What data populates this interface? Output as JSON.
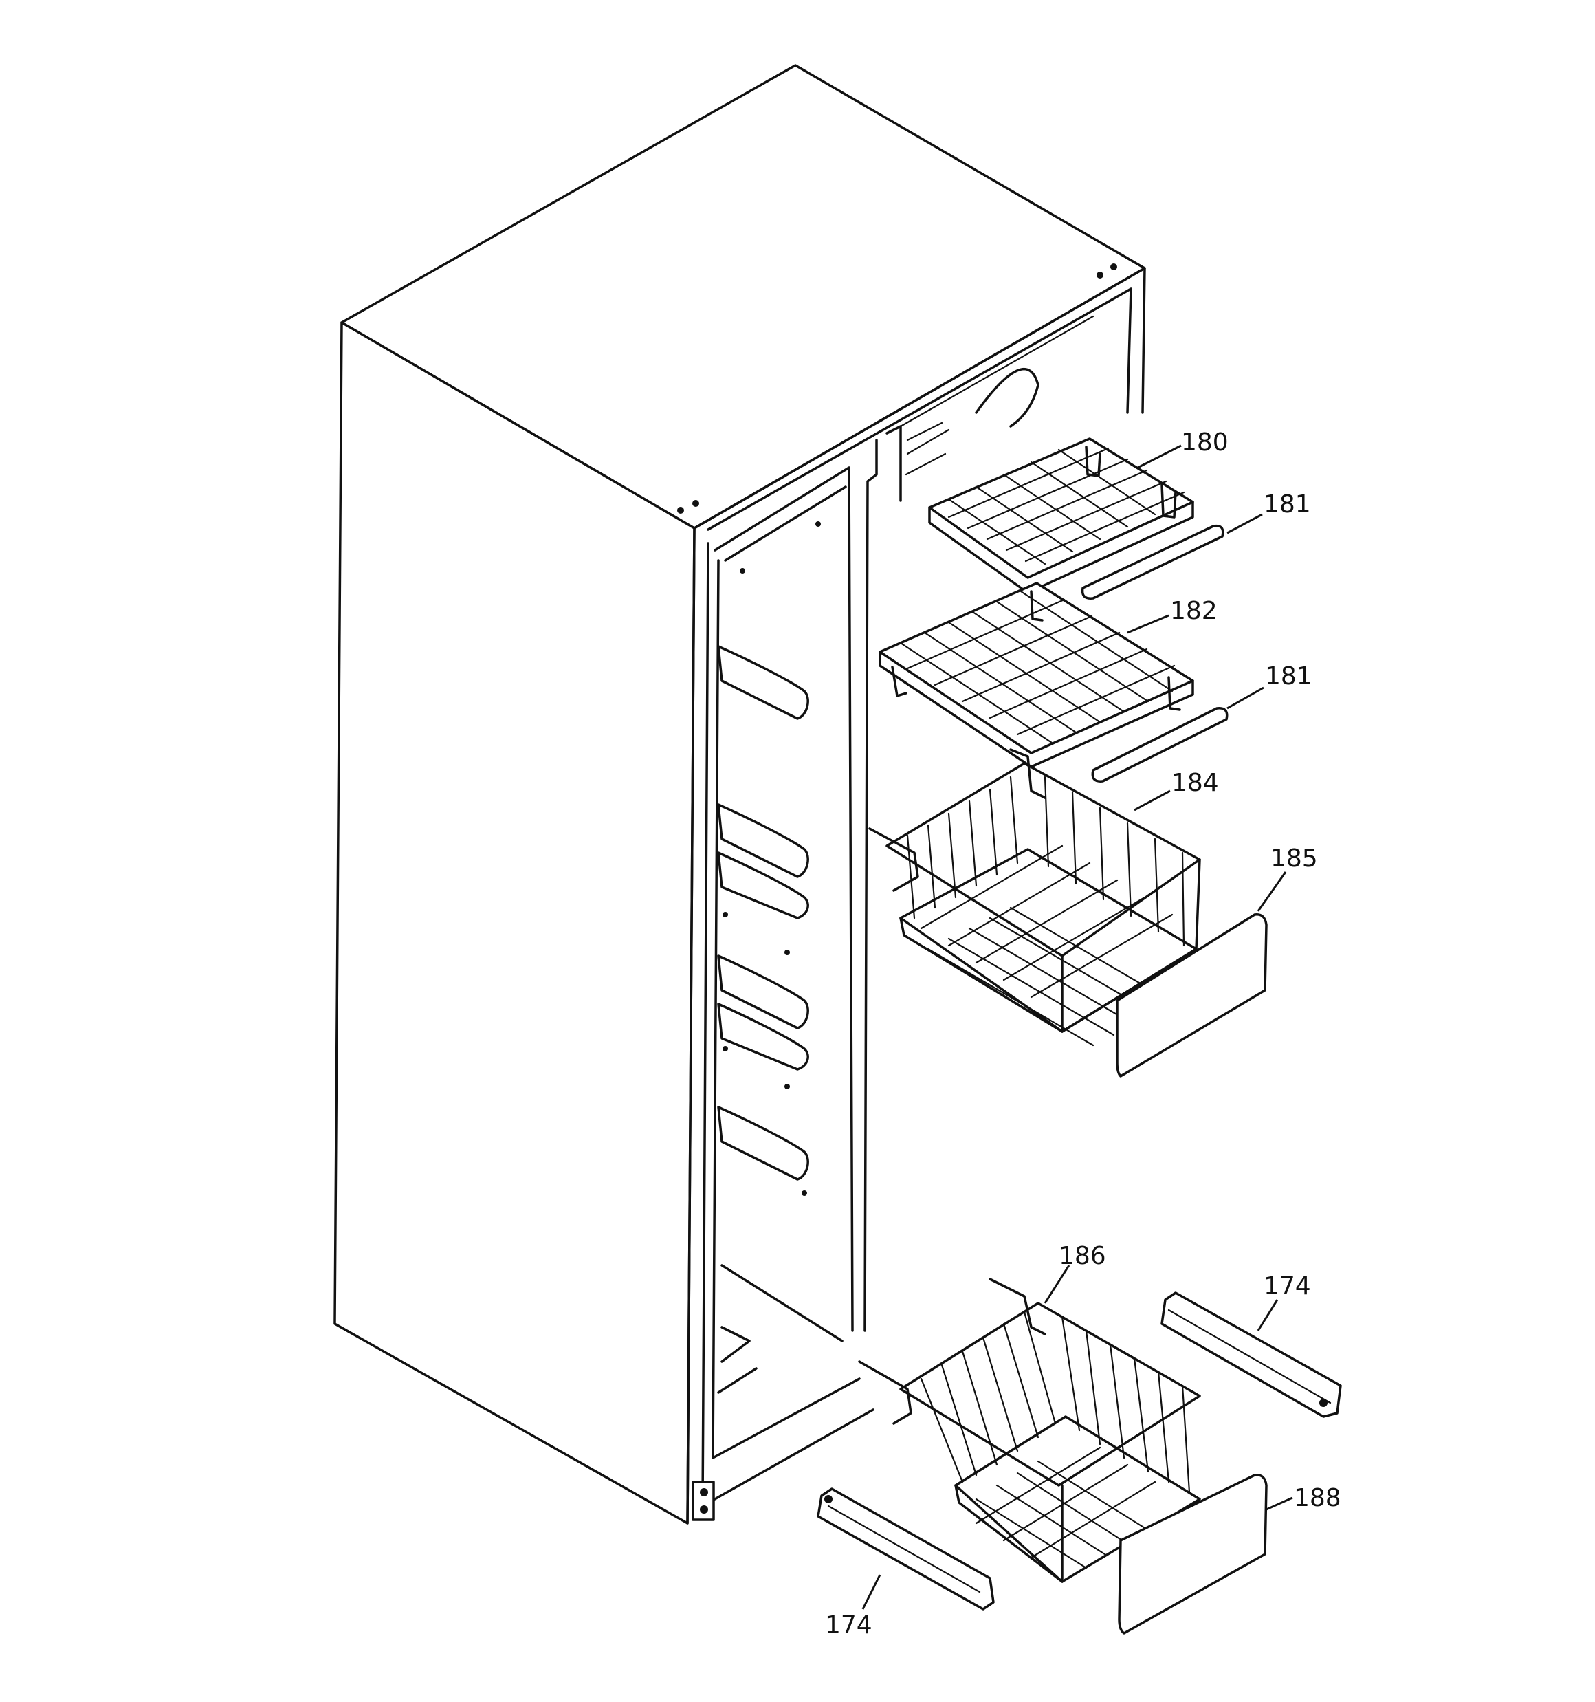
{
  "callouts": [
    {
      "id": "c180",
      "text": "180"
    },
    {
      "id": "c181a",
      "text": "181"
    },
    {
      "id": "c182",
      "text": "182"
    },
    {
      "id": "c181b",
      "text": "181"
    },
    {
      "id": "c184",
      "text": "184"
    },
    {
      "id": "c185",
      "text": "185"
    },
    {
      "id": "c186",
      "text": "186"
    },
    {
      "id": "c174a",
      "text": "174"
    },
    {
      "id": "c188",
      "text": "188"
    },
    {
      "id": "c174b",
      "text": "174"
    }
  ],
  "colors": {
    "line": "#111111",
    "background": "#ffffff"
  }
}
